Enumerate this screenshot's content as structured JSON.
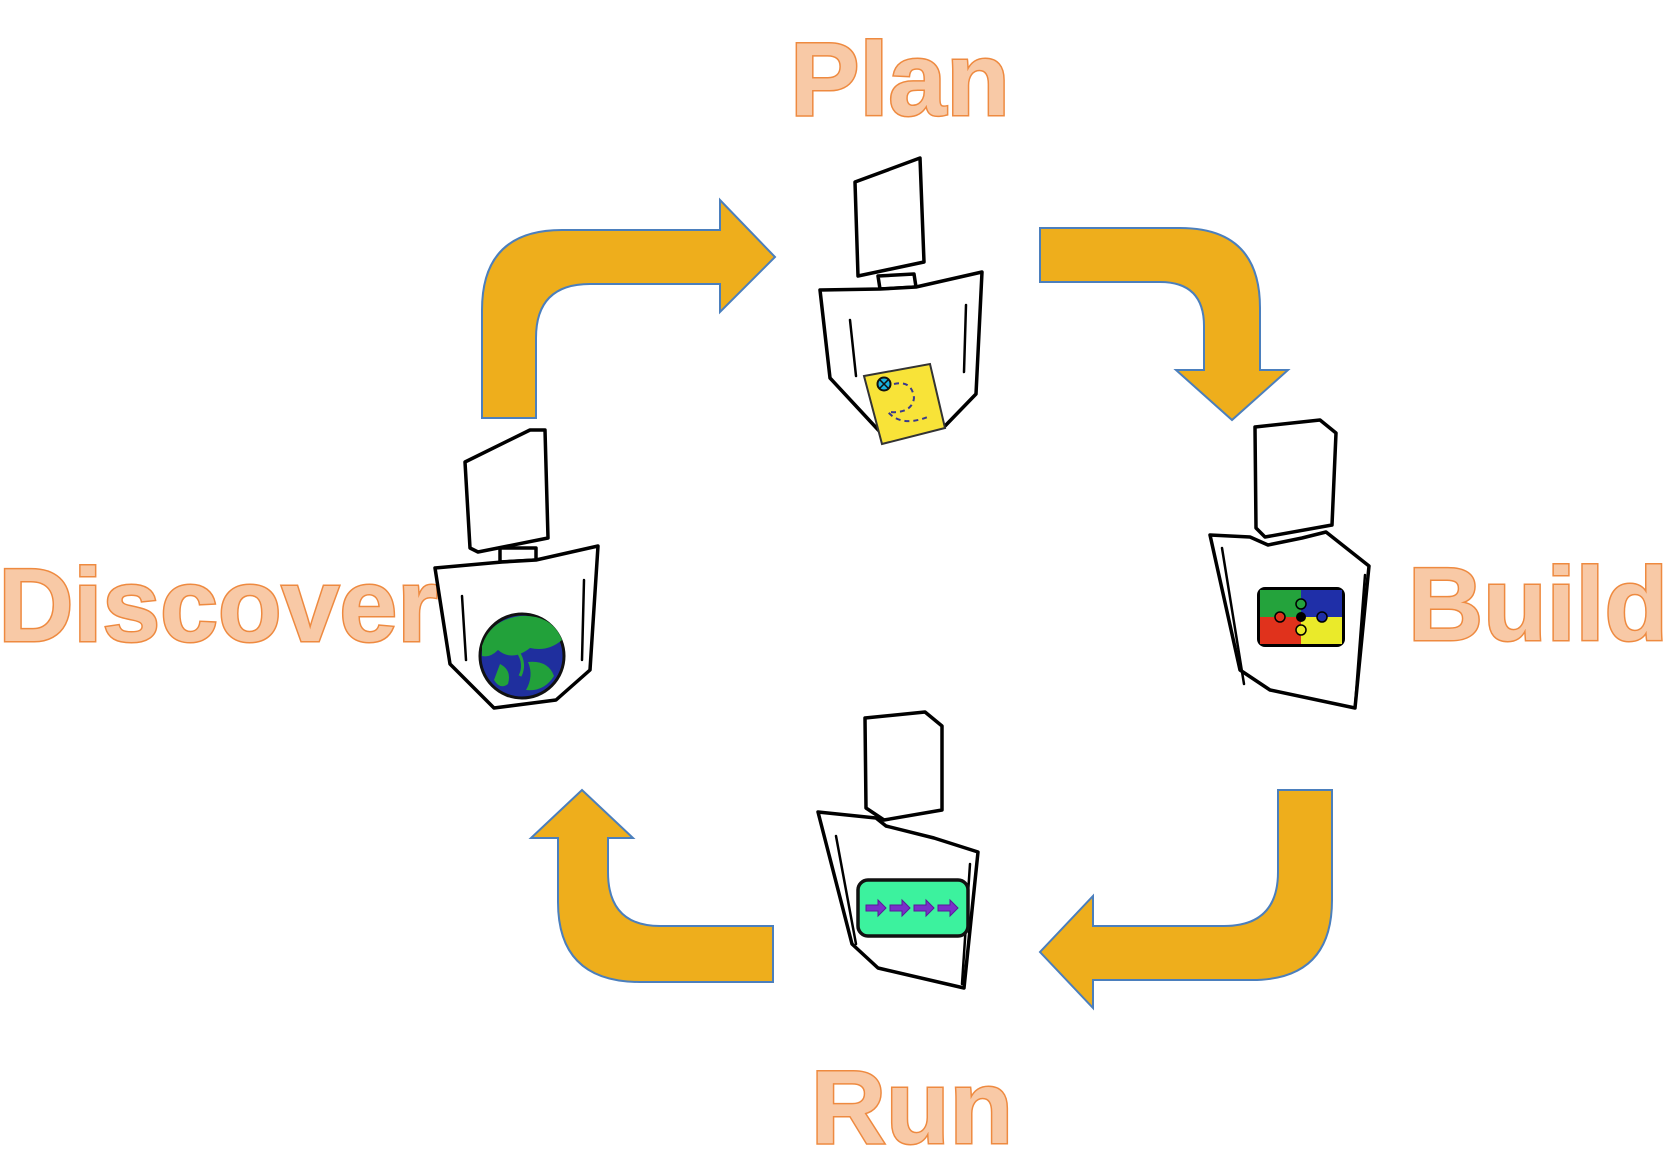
{
  "diagram": {
    "stages": [
      {
        "id": "plan",
        "label": "Plan",
        "icon": "treasure-map-icon"
      },
      {
        "id": "build",
        "label": "Build",
        "icon": "puzzle-icon"
      },
      {
        "id": "run",
        "label": "Run",
        "icon": "arrow-flow-icon"
      },
      {
        "id": "discover",
        "label": "Discover",
        "icon": "globe-icon"
      }
    ],
    "colors": {
      "label_fill": "#f8c9a6",
      "label_stroke": "#ee8a40",
      "arrow_fill": "#eeae1c",
      "arrow_stroke": "#4b7fbd"
    }
  }
}
